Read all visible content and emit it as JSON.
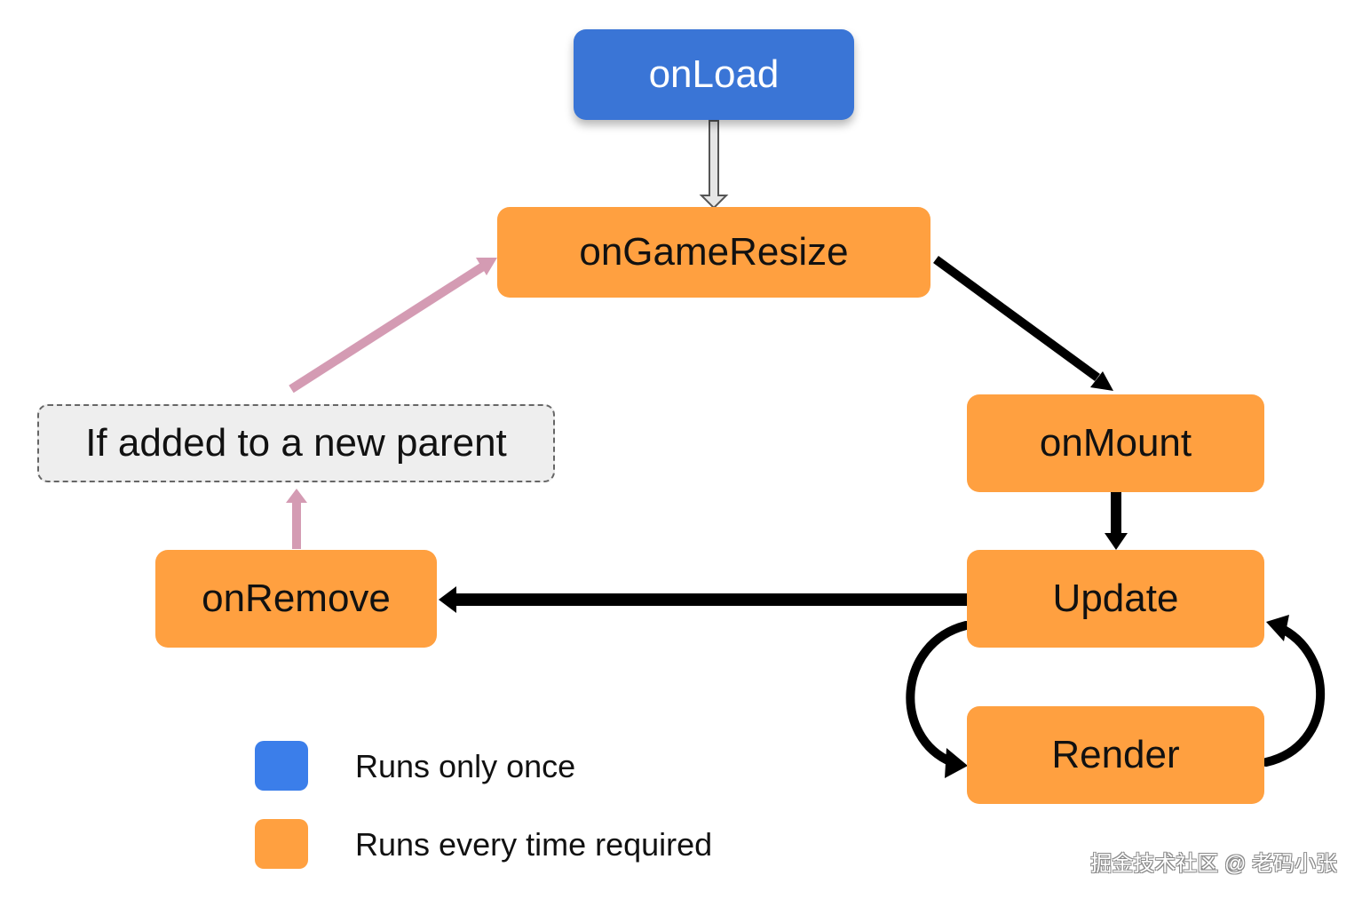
{
  "nodes": {
    "onload": "onLoad",
    "on_game_resize": "onGameResize",
    "on_mount": "onMount",
    "update": "Update",
    "render": "Render",
    "on_remove": "onRemove",
    "new_parent": "If added to a new parent"
  },
  "legend": {
    "once": {
      "label": "Runs only once",
      "color": "#3b7eea"
    },
    "every_time": {
      "label": "Runs every time required",
      "color": "#ffa040"
    }
  },
  "colors": {
    "once_node": "#3a75d6",
    "every_time_node": "#ffa040",
    "conditional_node": "#eeeeee",
    "flow_arrow": "#000000",
    "reparent_arrow": "#d49bb3",
    "start_arrow": "#e6e6e6"
  },
  "watermark": "掘金技术社区 @ 老码小张"
}
